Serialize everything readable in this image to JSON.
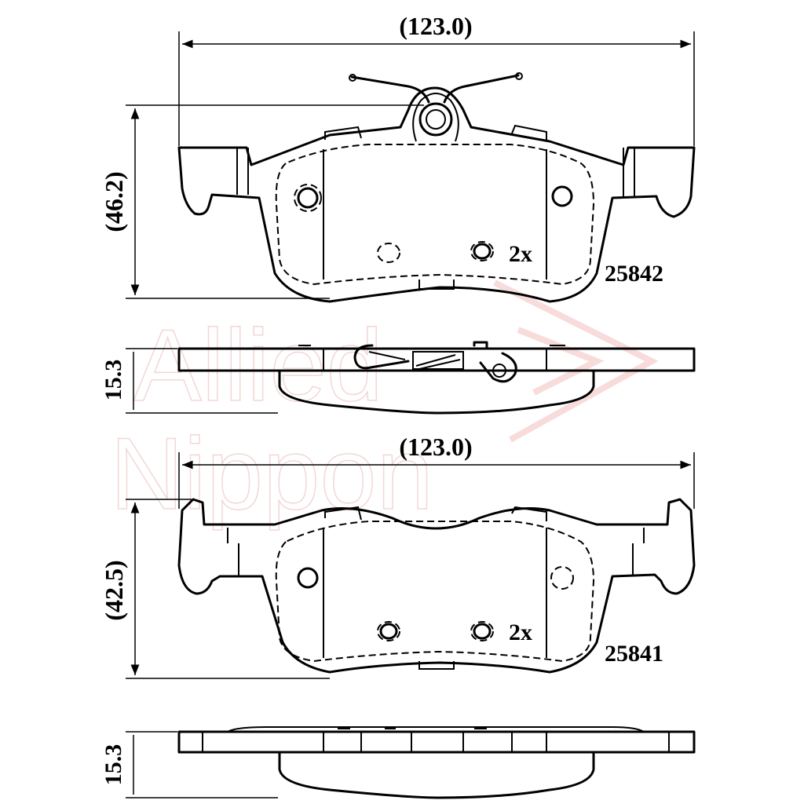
{
  "watermark": {
    "line1": "Allied",
    "line2": "Nippon"
  },
  "top_pad": {
    "part_number": "25842",
    "width_dim": "(123.0)",
    "height_dim": "(46.2)",
    "thickness_dim": "15.3",
    "qty": "2x"
  },
  "bottom_pad": {
    "part_number": "25841",
    "width_dim": "(123.0)",
    "height_dim": "(42.5)",
    "thickness_dim": "15.3",
    "qty": "2x"
  }
}
